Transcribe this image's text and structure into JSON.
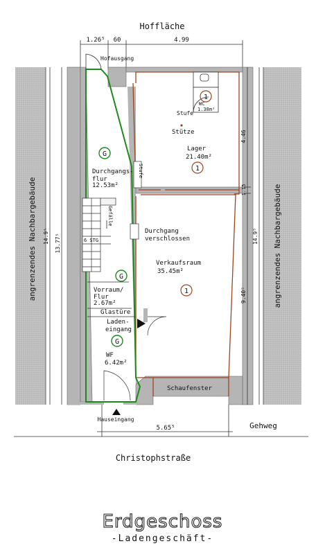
{
  "header": {
    "courtyard": "Hoffläche"
  },
  "dimensions": {
    "top_left": "1.26⁵",
    "top_mid": "60",
    "top_right": "4.99",
    "left_outer": "14.9⁵",
    "left_inner": "13.77⁵",
    "right_outer": "14.9⁵",
    "right_upper": "4.46",
    "right_mid": "1.15",
    "right_lower": "9.40⁵",
    "bottom": "5.65⁵"
  },
  "neighbors": {
    "left": "angrenzendes Nachbargebäude",
    "right": "angrenzendes Nachbargebäude"
  },
  "rooms": {
    "hofausgang": "Hofausgang",
    "wc": {
      "name": "WC",
      "area": "1.38m²"
    },
    "stufe_top": "Stufe",
    "stuetze": "Stütze",
    "lager": {
      "name": "Lager",
      "area": "21.40m²",
      "badge": "1"
    },
    "durchgangsflur": {
      "line1": "Durchgangs-",
      "line2": "flur",
      "area": "12.53m²",
      "badge": "G"
    },
    "stufe_side": "Stufe",
    "gefaelle": "Gefälle",
    "stair_labels": "6 STG",
    "durchgang": {
      "line1": "Durchgang",
      "line2": "verschlossen"
    },
    "verkaufsraum": {
      "name": "Verkaufsraum",
      "area": "35.45m²",
      "badge": "1"
    },
    "vorraum": {
      "line1": "Vorraum/",
      "line2": "Flur",
      "area": "2.67m²",
      "badge": "G"
    },
    "glastuere": "Glastüre",
    "ladeneingang": {
      "line1": "Laden-",
      "line2": "eingang"
    },
    "wf": {
      "name": "WF",
      "area": "6.42m²",
      "badge": "G"
    },
    "schaufenster": "Schaufenster",
    "wc_badge": "1"
  },
  "street": {
    "entrance": "Hauseingang",
    "sidewalk": "Gehweg",
    "name": "Christophstraße"
  },
  "title": {
    "main": "Erdgeschoss",
    "sub": "-Ladengeschäft-"
  },
  "colors": {
    "green_unit": "#1a8a1a",
    "red_unit": "#a0421e",
    "wall_gray": "#b5b5b5"
  }
}
